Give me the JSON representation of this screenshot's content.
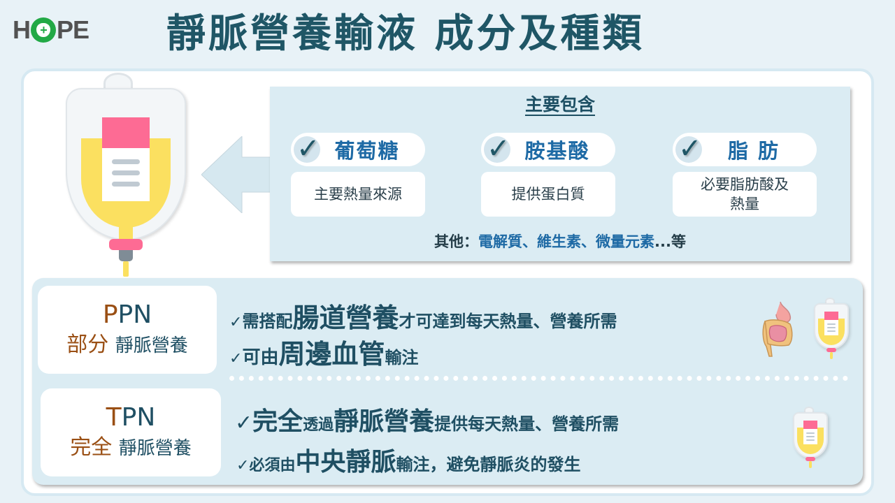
{
  "header": {
    "logo": {
      "left": "H",
      "o_symbol": "+",
      "right": "PE",
      "brand_green": "#22a946"
    },
    "title": "靜脈營養輸液 成分及種類"
  },
  "composition": {
    "heading": "主要包含",
    "items": [
      {
        "check": "✓",
        "name": "葡萄糖",
        "desc": "主要熱量來源"
      },
      {
        "check": "✓",
        "name": "胺基酸",
        "desc": "提供蛋白質"
      },
      {
        "check": "✓",
        "name": "脂 肪",
        "desc": "必要脂肪酸及熱量"
      }
    ],
    "others_label": "其他：",
    "others_items": "電解質、維生素、微量元素",
    "others_suffix": "...等"
  },
  "types": [
    {
      "abbr_first": "P",
      "abbr_rest": "PN",
      "name_accent": "部分",
      "name_rest": "靜脈營養",
      "bullets": [
        {
          "check": "✓",
          "pre": "需搭配",
          "em": "腸道營養",
          "post": "才可達到每天熱量、營養所需"
        },
        {
          "check": "✓",
          "pre": "可由",
          "em": "周邊血管",
          "post": "輸注"
        }
      ],
      "icons": [
        "intestine-icon",
        "iv-bag-icon"
      ]
    },
    {
      "abbr_first": "T",
      "abbr_rest": "PN",
      "name_accent": "完全",
      "name_rest": "靜脈營養",
      "bullets": [
        {
          "check": "✓",
          "pre": "完全",
          "mid": "透過",
          "em": "靜脈營養",
          "post": "提供每天熱量、營養所需"
        },
        {
          "check": "✓",
          "pre": "必須由",
          "em": "中央靜脈",
          "post": "輸注，避免靜脈炎的發生"
        }
      ],
      "icons": [
        "iv-bag-icon"
      ]
    }
  ],
  "colors": {
    "title": "#1f5666",
    "accent_brown": "#9a4f14",
    "accent_blue": "#1e6aa5",
    "panel_blue": "#dbecf3",
    "iv_yellow": "#fbe060",
    "iv_pink": "#fd6b94"
  }
}
